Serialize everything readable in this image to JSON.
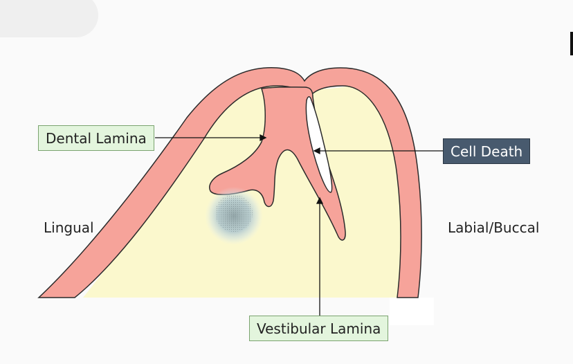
{
  "labels": {
    "dental_lamina": "Dental Lamina",
    "cell_death": "Cell Death",
    "lingual": "Lingual",
    "labial_buccal": "Labial/Buccal",
    "vestibular_lamina": "Vestibular Lamina"
  },
  "colors": {
    "epithelium": "#f6a39a",
    "epithelium_stroke": "#2b2b2b",
    "mesenchyme": "#fbf8cd",
    "condensation": "#b9d2dd",
    "label_box_green": "#e3f5dd",
    "label_box_dark": "#485a6e"
  }
}
